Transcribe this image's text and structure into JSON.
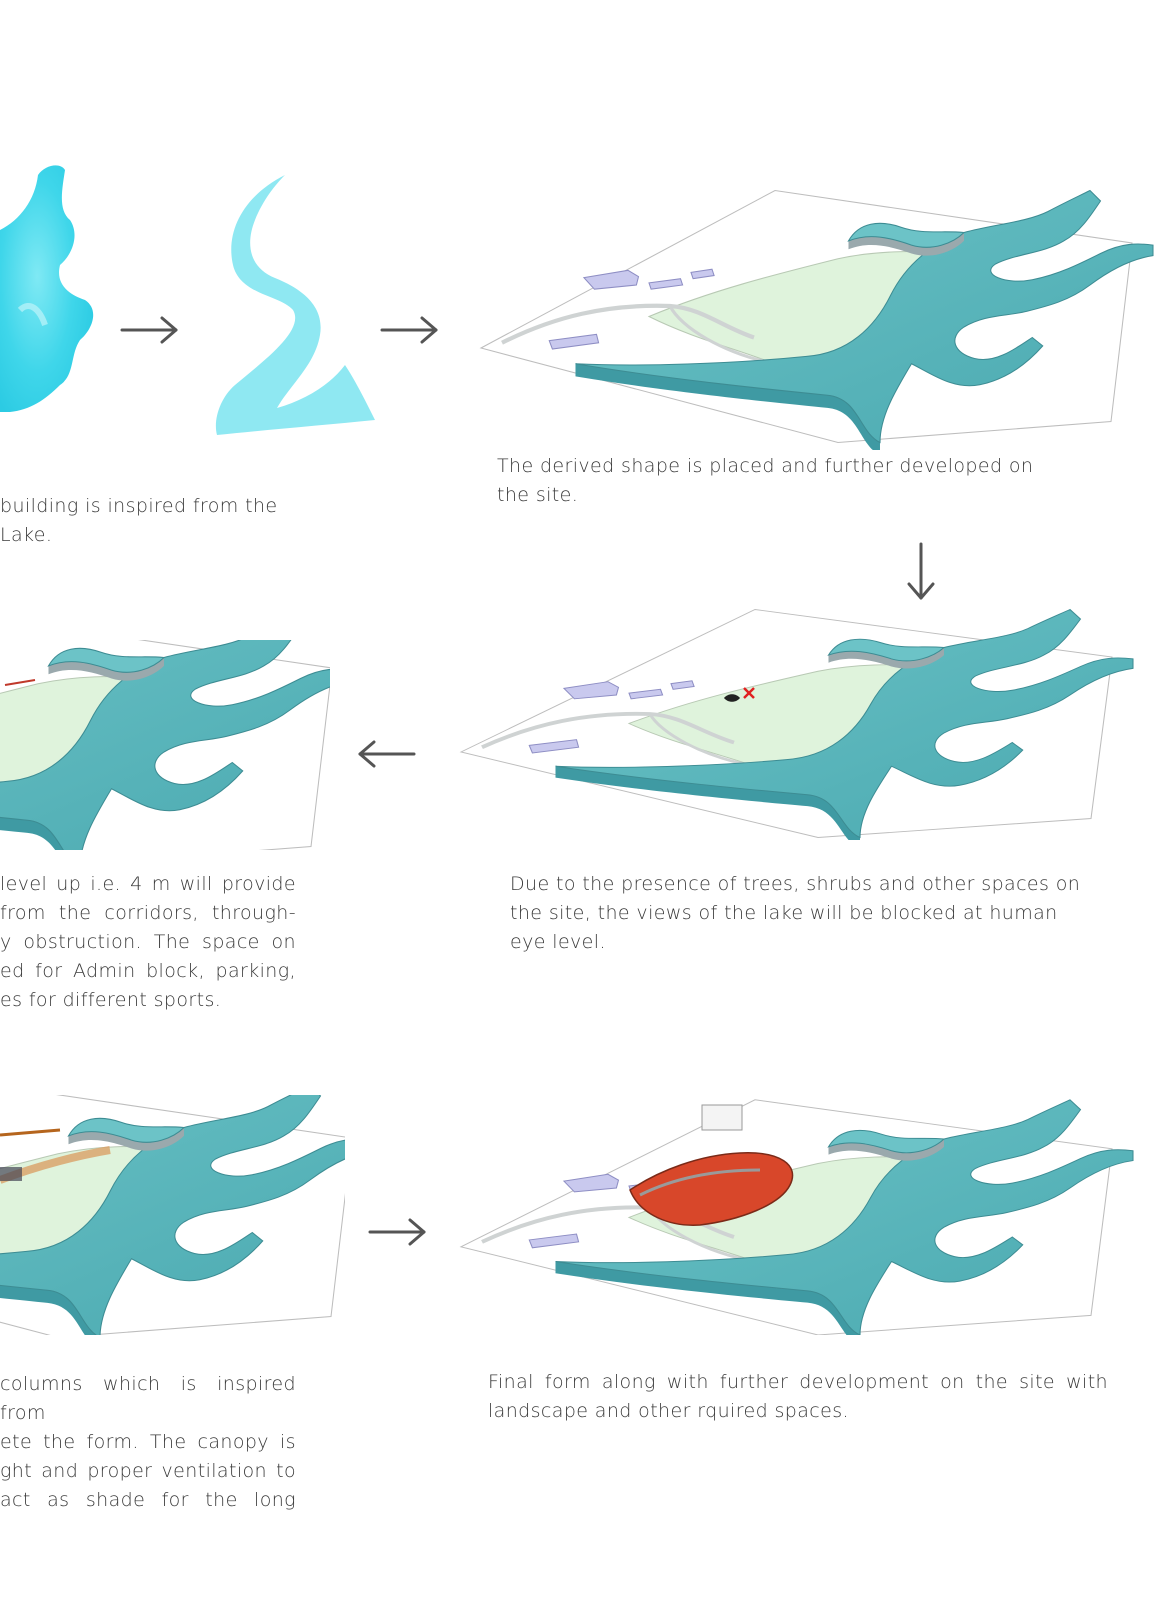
{
  "captions": {
    "step1": "building is inspired from the Lake.",
    "step2": "The derived shape is placed and further developed on the site.",
    "step3": "Due to the presence of trees, shrubs and other spaces on the site, the views of the lake will be blocked at human eye level.",
    "step4_lines": [
      "level up i.e. 4 m will provide",
      "from the corridors, through-",
      "y obstruction. The space on",
      "ed for Admin block, parking,",
      "es for different sports."
    ],
    "step5_lines": [
      "columns which is inspired from",
      "ete the form. The canopy is",
      "ght and proper ventilation to",
      "act as shade for the long"
    ],
    "step6": "Final form along with further development on the site with landscape and other rquired spaces."
  },
  "colors": {
    "lake_cyan": "#3fd6ea",
    "shape_cyan": "#8fe8f2",
    "water_teal": "#5fb8bf",
    "water_side": "#3f9aa3",
    "green": "#dff3dc",
    "building": "#c9c9ee",
    "roof_red": "#d8472a",
    "arrow": "#555555"
  },
  "icons": {
    "arrow_right": "arrow-right-icon",
    "arrow_down": "arrow-down-icon",
    "arrow_left": "arrow-left-icon",
    "eye_blocked": "eye-crossed-icon"
  }
}
